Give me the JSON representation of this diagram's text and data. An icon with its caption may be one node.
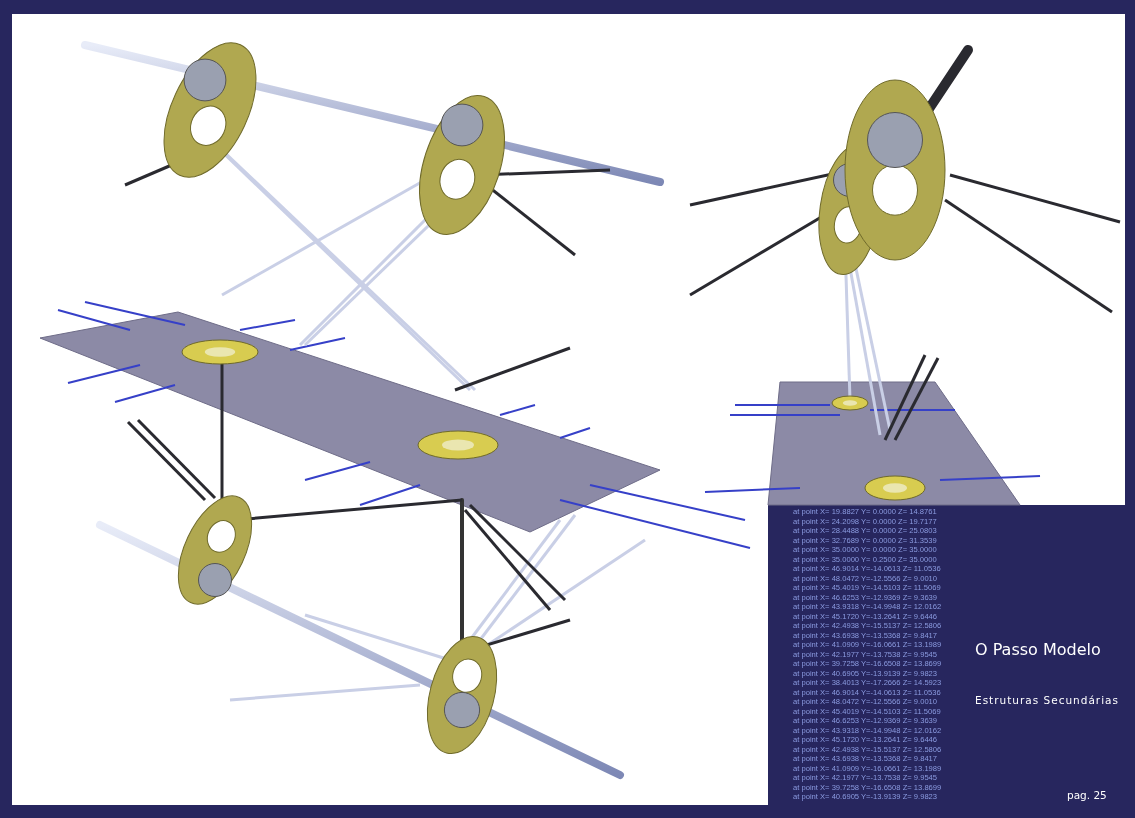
{
  "diagram": {
    "labels": [
      "at point X= 19.8827 Y= 0.0000 Z= 14.8761",
      "at point X= 24.2098 Y= 0.0000 Z= 19.7177",
      "at point X= 28.4488 Y= 0.0000 Z= 25.0803",
      "at point X= 32.7689 Y= 0.0000 Z= 31.3539",
      "at point X= 35.0000 Y= 0.0000 Z= 35.0000",
      "at point X= 35.0000 Y= 0.2500 Z= 35.0000",
      "at point X= 46.9014 Y=-14.0613 Z= 11.0536",
      "at point X= 48.0472 Y=-12.5566 Z= 9.0010",
      "at point X= 45.4019 Y=-14.5103 Z= 11.5069",
      "at point X= 46.6253 Y=-12.9369 Z= 9.3639",
      "at point X= 43.9318 Y=-14.9948 Z= 12.0162",
      "at point X= 45.1720 Y=-13.2641 Z= 9.6446",
      "at point X= 42.4938 Y=-15.5137 Z= 12.5806",
      "at point X= 43.6938 Y=-13.5368 Z= 9.8417",
      "at point X= 41.0909 Y=-16.0661 Z= 13.1989",
      "at point X= 42.1977 Y=-13.7538 Z= 9.9545",
      "at point X= 39.7258 Y=-16.6508 Z= 13.8699",
      "at point X= 40.6905 Y=-13.9139 Z= 9.9823",
      "at point X= 38.4013 Y=-17.2666 Z= 14.5923",
      "at point X= 46.9014 Y=-14.0613 Z= 11.0536",
      "at point X= 48.0472 Y=-12.5566 Z= 9.0010",
      "at point X= 45.4019 Y=-14.5103 Z= 11.5069",
      "at point X= 46.6253 Y=-12.9369 Z= 9.3639",
      "at point X= 43.9318 Y=-14.9948 Z= 12.0162",
      "at point X= 45.1720 Y=-13.2641 Z= 9.6446",
      "at point X= 42.4938 Y=-15.5137 Z= 12.5806",
      "at point X= 43.6938 Y=-13.5368 Z= 9.8417",
      "at point X= 41.0909 Y=-16.0661 Z= 13.1989",
      "at point X= 42.1977 Y=-13.7538 Z= 9.9545",
      "at point X= 39.7258 Y=-16.6508 Z= 13.8699",
      "at point X= 40.6905 Y=-13.9139 Z= 9.9823",
      "O Passo Modelo",
      "Estruturas Secundárias",
      "pag. 25"
    ]
  }
}
